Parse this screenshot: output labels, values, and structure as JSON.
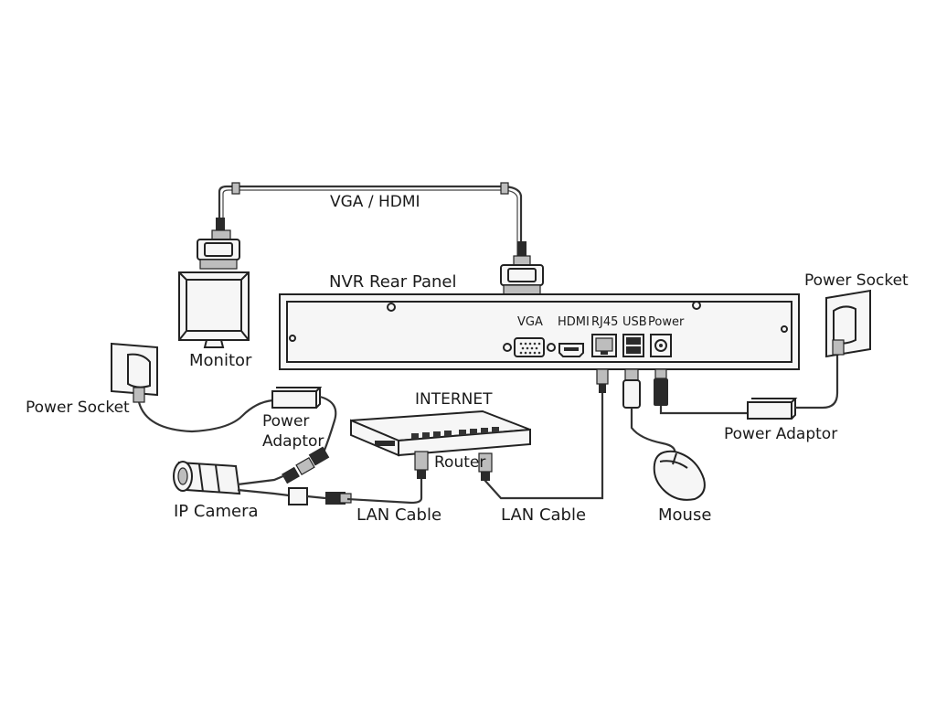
{
  "labels": {
    "vga_hdmi": "VGA / HDMI",
    "nvr_rear_panel": "NVR Rear Panel",
    "monitor": "Monitor",
    "port_vga": "VGA",
    "port_hdmi": "HDMI",
    "port_rj45": "RJ45",
    "port_usb": "USB",
    "port_power": "Power",
    "power_socket_left": "Power Socket",
    "power_socket_right": "Power Socket",
    "power_adaptor_left_1": "Power",
    "power_adaptor_left_2": "Adaptor",
    "power_adaptor_right": "Power Adaptor",
    "internet": "INTERNET",
    "router": "Router",
    "ip_camera": "IP Camera",
    "lan_cable_left": "LAN Cable",
    "lan_cable_right": "LAN Cable",
    "mouse": "Mouse"
  }
}
